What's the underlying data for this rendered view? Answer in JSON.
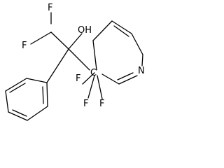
{
  "structure": {
    "atoms": {
      "f_top": "F",
      "f_left": "F",
      "oh": "OH",
      "f_ring_1": "F",
      "carbon": "C",
      "f_ring_2": "F",
      "f_ring_3": "F",
      "nitrogen": "N"
    },
    "colors": {
      "bond": "#000000",
      "label": "#000000",
      "background": "#ffffff"
    }
  }
}
